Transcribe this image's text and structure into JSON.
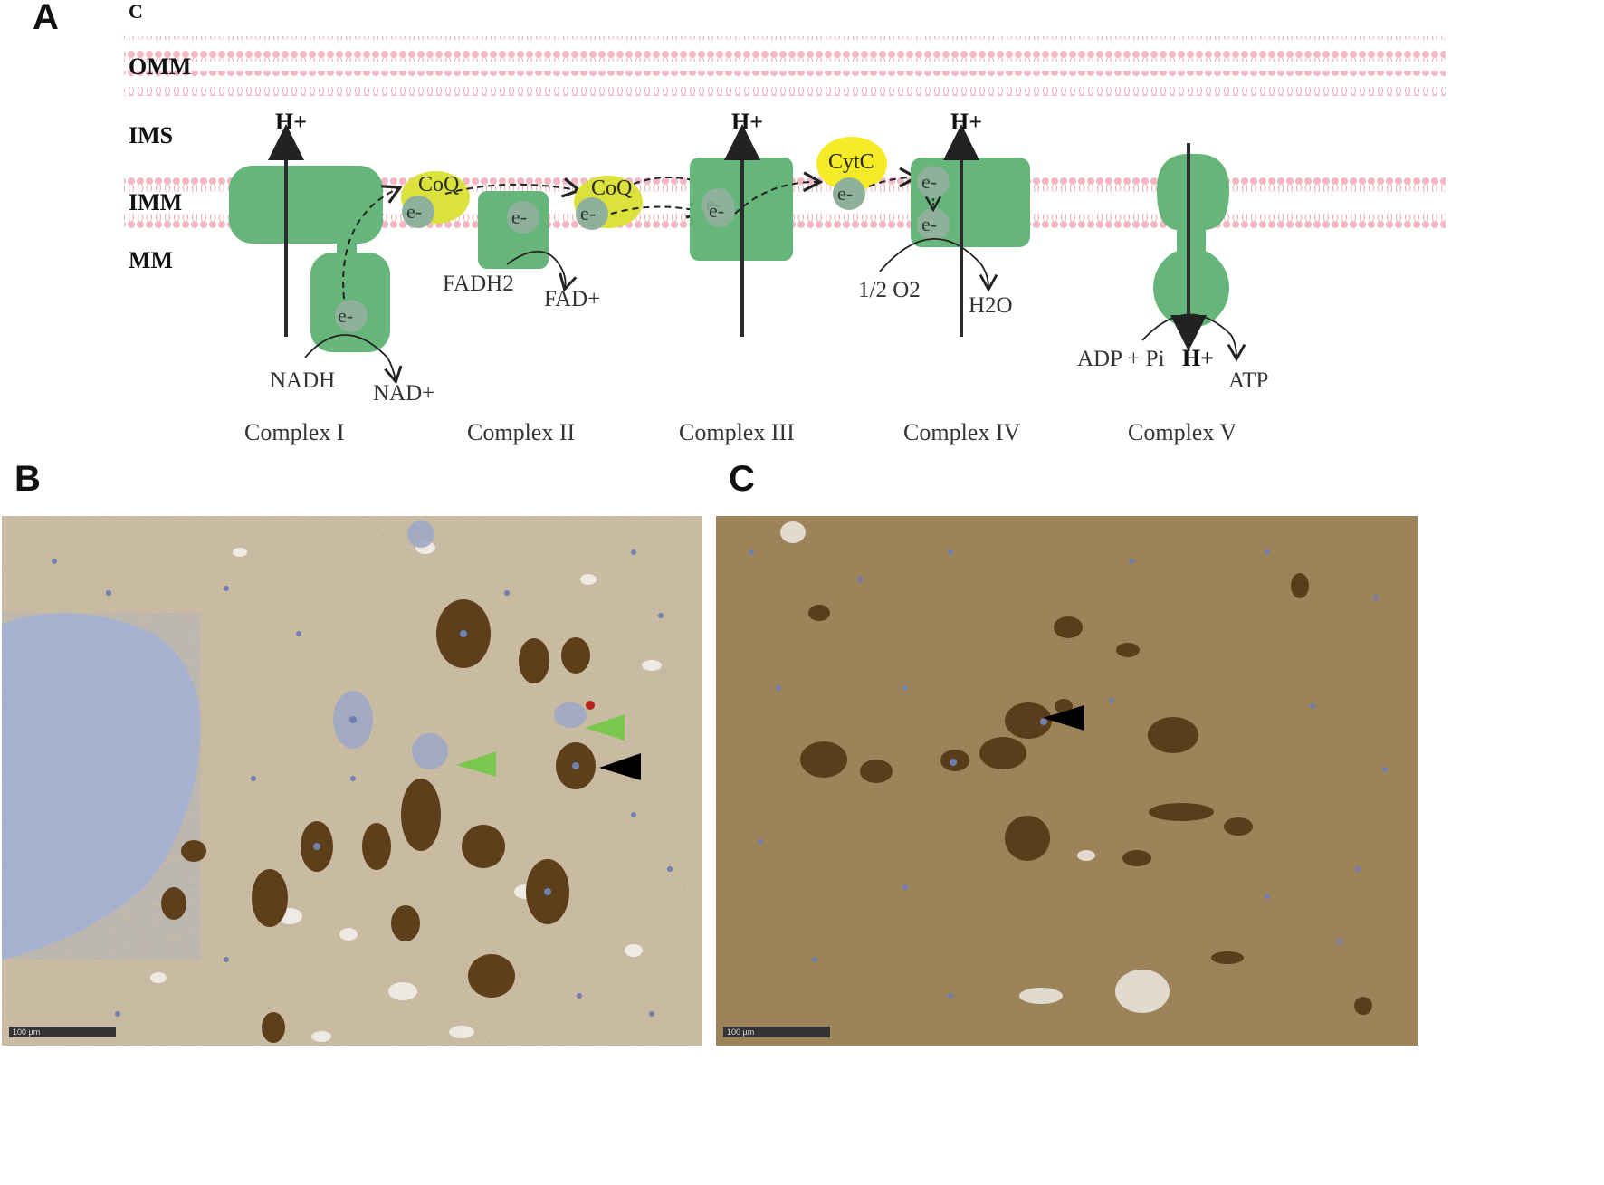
{
  "panels": {
    "a": {
      "letter": "A",
      "small_label": "C"
    },
    "b": {
      "letter": "B",
      "scale_bar": "100 µm"
    },
    "c": {
      "letter": "C",
      "scale_bar": "100 µm"
    }
  },
  "regions": {
    "omm": "OMM",
    "ims": "IMS",
    "imm": "IMM",
    "mm": "MM"
  },
  "proton": "H+",
  "electron": "e-",
  "complexes": {
    "c1": {
      "name": "Complex I",
      "substrate": "NADH",
      "product": "NAD+"
    },
    "c2": {
      "name": "Complex II",
      "substrate": "FADH2",
      "product": "FAD+"
    },
    "c3": {
      "name": "Complex III"
    },
    "c4": {
      "name": "Complex IV",
      "substrate": "1/2 O2",
      "product": "H2O"
    },
    "c5": {
      "name": "Complex V",
      "substrate": "ADP + Pi",
      "product": "ATP",
      "center_label": "H+"
    }
  },
  "carriers": {
    "coq": "CoQ",
    "cytc": "CytC"
  },
  "colors": {
    "membrane": "#f2b8c4",
    "complex_green": "#66b57a",
    "electron_gray": "#8fb09b",
    "carrier_yellow_green": "#dbe23c",
    "carrier_yellow": "#f5ec27",
    "stain_brown": "#8a6a3c",
    "nuclei_blue": "#6f80b0",
    "marker_green": "#7cc84e",
    "marker_black": "#000000"
  }
}
